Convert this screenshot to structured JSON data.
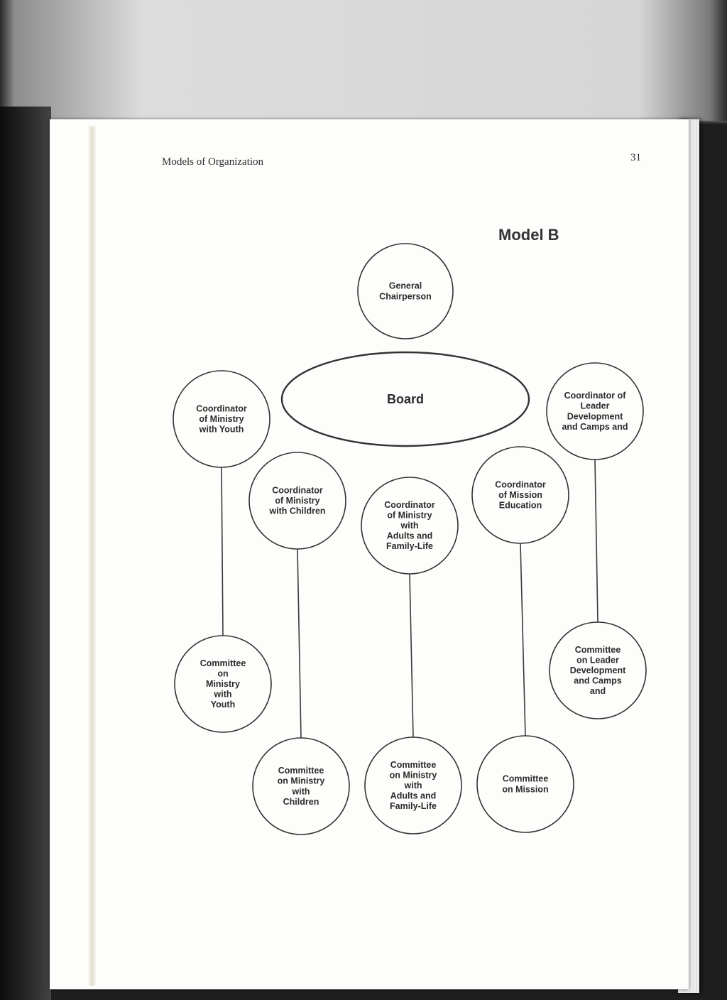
{
  "page": {
    "running_head": "Models of Organization",
    "page_number": "31",
    "title": "Model B"
  },
  "nodes": [
    {
      "id": "chair",
      "shape": "circle",
      "lines": [
        "General",
        "Chairperson"
      ]
    },
    {
      "id": "board",
      "shape": "ellipse",
      "lines": [
        "Board"
      ]
    },
    {
      "id": "coord-youth",
      "shape": "circle",
      "lines": [
        "Coordinator",
        "of Ministry",
        "with Youth"
      ]
    },
    {
      "id": "coord-children",
      "shape": "circle",
      "lines": [
        "Coordinator",
        "of Ministry",
        "with Children"
      ]
    },
    {
      "id": "coord-adults",
      "shape": "circle",
      "lines": [
        "Coordinator",
        "of Ministry",
        "with",
        "Adults and",
        "Family-Life"
      ]
    },
    {
      "id": "coord-mission",
      "shape": "circle",
      "lines": [
        "Coordinator",
        "of Mission",
        "Education"
      ]
    },
    {
      "id": "coord-leader",
      "shape": "circle",
      "lines": [
        "Coordinator of",
        "Leader",
        "Development",
        "and Camps and"
      ]
    },
    {
      "id": "comm-youth",
      "shape": "circle",
      "lines": [
        "Committee",
        "on",
        "Ministry",
        "with",
        "Youth"
      ]
    },
    {
      "id": "comm-children",
      "shape": "circle",
      "lines": [
        "Committee",
        "on Ministry",
        "with",
        "Children"
      ]
    },
    {
      "id": "comm-adults",
      "shape": "circle",
      "lines": [
        "Committee",
        "on Ministry",
        "with",
        "Adults and",
        "Family-Life"
      ]
    },
    {
      "id": "comm-mission",
      "shape": "circle",
      "lines": [
        "Committee",
        "on Mission"
      ]
    },
    {
      "id": "comm-leader",
      "shape": "circle",
      "lines": [
        "Committee",
        "on  Leader",
        "Development",
        "and Camps",
        "and"
      ]
    }
  ],
  "edges": [
    [
      "coord-youth",
      "comm-youth"
    ],
    [
      "coord-children",
      "comm-children"
    ],
    [
      "coord-adults",
      "comm-adults"
    ],
    [
      "coord-mission",
      "comm-mission"
    ],
    [
      "coord-leader",
      "comm-leader"
    ]
  ]
}
